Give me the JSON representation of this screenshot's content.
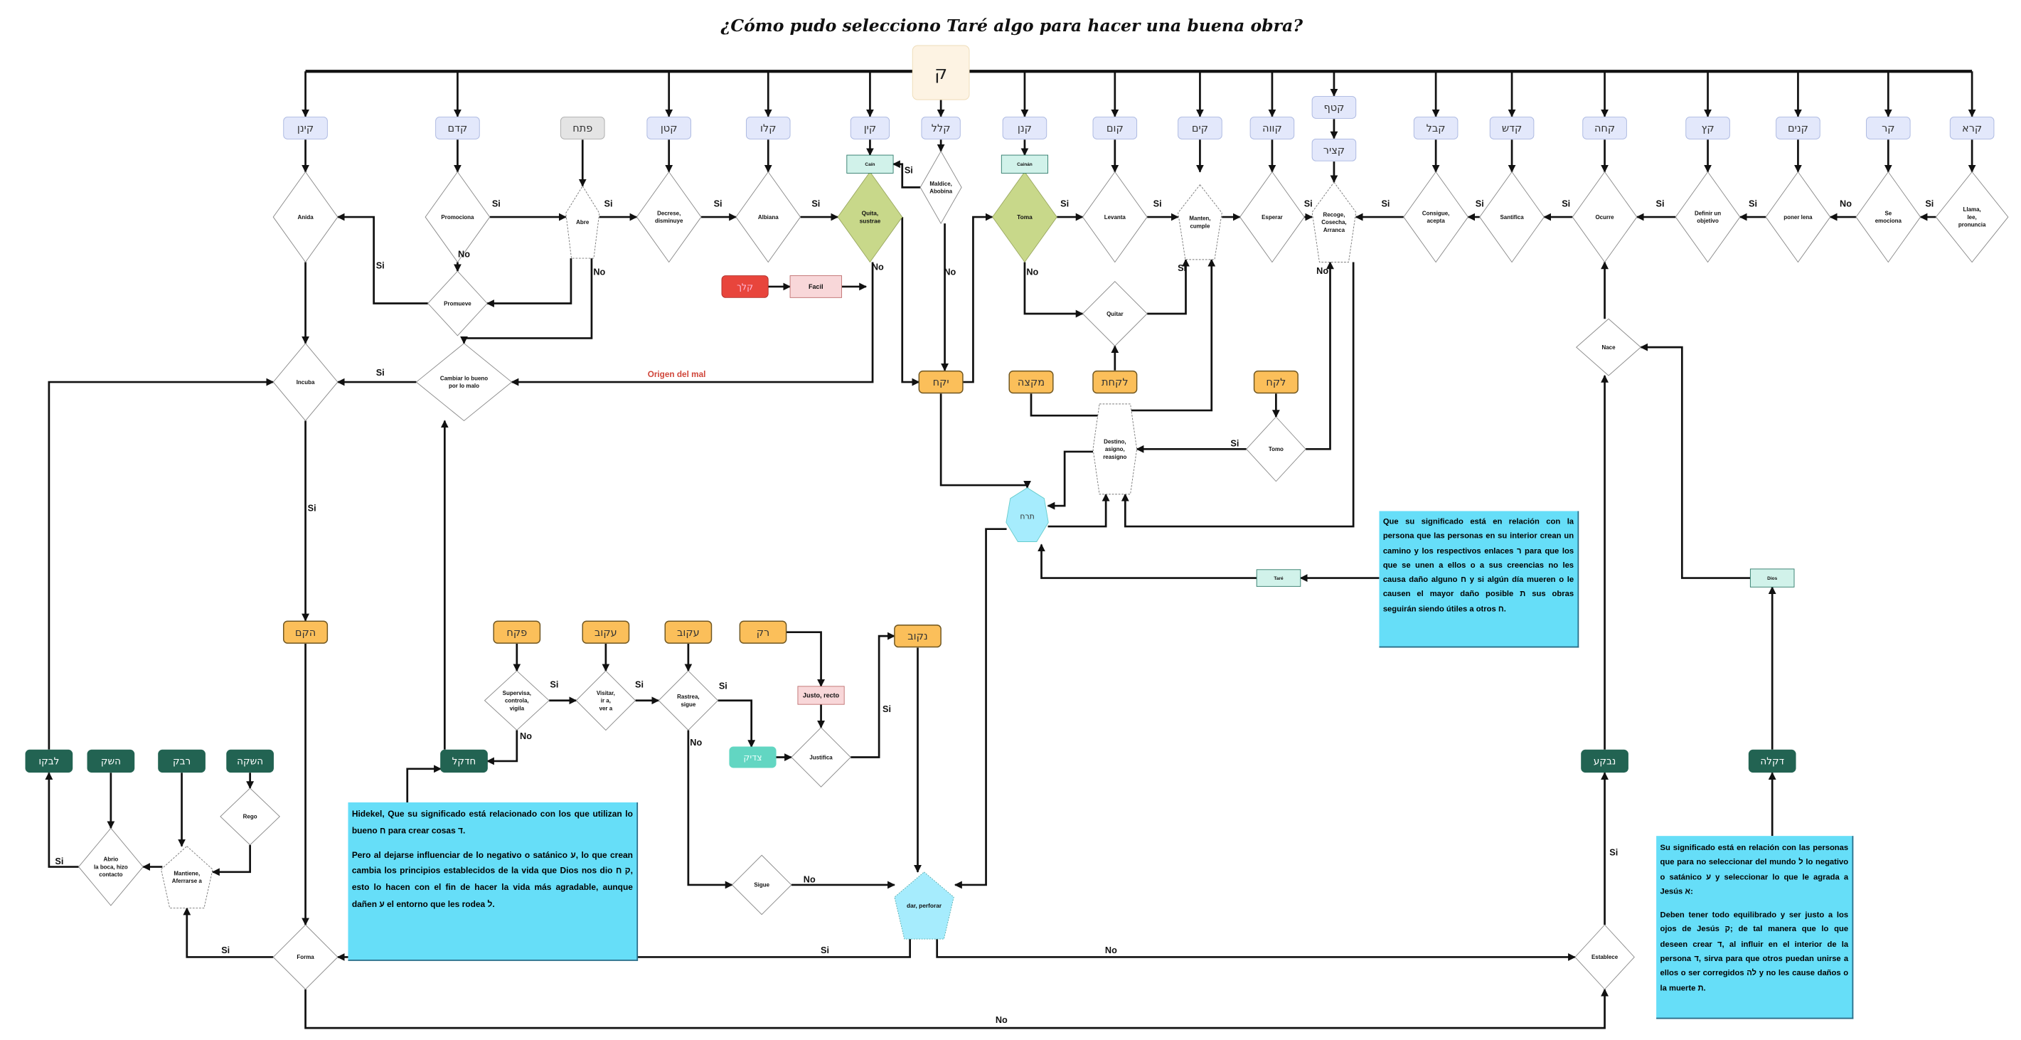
{
  "title": "¿Cómo pudo selecciono Taré algo para hacer una buena obra?",
  "nodes": {
    "root": [
      "ק"
    ],
    "kenan": [
      "קינן"
    ],
    "kedem": [
      "קדם"
    ],
    "pataj": [
      "פתח"
    ],
    "katan": [
      "קטן"
    ],
    "kalu": [
      "קלו"
    ],
    "kayin": [
      "קין"
    ],
    "kalal": [
      "קלל"
    ],
    "kanan": [
      "קנן"
    ],
    "kum": [
      "קום"
    ],
    "kiyem": [
      "קים"
    ],
    "kava": [
      "קווה"
    ],
    "katof": [
      "קטף"
    ],
    "katsir": [
      "קציר"
    ],
    "kibel": [
      "קבל"
    ],
    "kadash": [
      "קדש"
    ],
    "kaja": [
      "קחה"
    ],
    "kets": [
      "קץ"
    ],
    "kinim": [
      "קנים"
    ],
    "kar": [
      "קר"
    ],
    "kara": [
      "קרא"
    ],
    "anida": [
      "Anida"
    ],
    "promociona": [
      "Promociona"
    ],
    "abre": [
      "Abre"
    ],
    "decrese": [
      "Decrese,",
      "disminuye"
    ],
    "albiana": [
      "Albiana"
    ],
    "quita": [
      "Quita,",
      "sustrae"
    ],
    "maldice": [
      "Maldice,",
      "Abobina"
    ],
    "toma": [
      "Toma"
    ],
    "levanta": [
      "Levanta"
    ],
    "manten": [
      "Manten,",
      "cumple"
    ],
    "esperar": [
      "Esperar"
    ],
    "recoge": [
      "Recoge,",
      "Cosecha,",
      "Arranca"
    ],
    "consigue": [
      "Consigue,",
      "acepta"
    ],
    "santifica": [
      "Santifica"
    ],
    "ocurre": [
      "Ocurre"
    ],
    "definir": [
      "Definir un",
      "objetivo"
    ],
    "poner": [
      "poner lena"
    ],
    "emociona": [
      "Se",
      "emociona"
    ],
    "llama": [
      "Llama,",
      "lee,",
      "pronuncia"
    ],
    "cain": [
      "Caín"
    ],
    "cainan": [
      "Cainán"
    ],
    "promueve": [
      "Promueve"
    ],
    "incuba": [
      "Incuba"
    ],
    "cambiar": [
      "Cambiar lo bueno",
      "por lo malo"
    ],
    "klaj": [
      "קלך"
    ],
    "facil": [
      "Facil"
    ],
    "yikaj": [
      "יקח"
    ],
    "miktsa": [
      "מקצה"
    ],
    "lakajat": [
      "לקחת"
    ],
    "lekaj": [
      "לקח"
    ],
    "quitar": [
      "Quitar"
    ],
    "destino": [
      "Destino,",
      "asigno,",
      "reasigno"
    ],
    "tomo": [
      "Tomo"
    ],
    "teraj": [
      "תרח"
    ],
    "tare": [
      "Taré"
    ],
    "nace": [
      "Nace"
    ],
    "dios": [
      "Dios"
    ],
    "hakem": [
      "הקם"
    ],
    "pakaj": [
      "פקח"
    ],
    "akov1": [
      "עקוב"
    ],
    "akov2": [
      "עקוב"
    ],
    "rak": [
      "רק"
    ],
    "supervisa": [
      "Supervisa,",
      "controla,",
      "vigila"
    ],
    "visitar": [
      "Visitar,",
      "ir a,",
      "ver a"
    ],
    "rastrea": [
      "Rastrea,",
      "sigue"
    ],
    "justo": [
      "Justo, recto"
    ],
    "tsadik": [
      "צדיק"
    ],
    "justifica": [
      "Justifica"
    ],
    "nakov": [
      "נקוב"
    ],
    "dar": [
      "dar, perforar"
    ],
    "sigue": [
      "Sigue"
    ],
    "lavku": [
      "לבקו"
    ],
    "hashak": [
      "השק"
    ],
    "rivek": [
      "רבק"
    ],
    "hashkah": [
      "השקה"
    ],
    "hidekel": [
      "חדקל"
    ],
    "nivka": [
      "נבקע"
    ],
    "diklah": [
      "דקלה"
    ],
    "rego": [
      "Rego"
    ],
    "abrio": [
      "Abrio",
      "la boca, hizo",
      "contacto"
    ],
    "mantiene": [
      "Mantiene,",
      "Aferrarse a"
    ],
    "forma": [
      "Forma"
    ],
    "establece": [
      "Establece"
    ]
  },
  "edge_labels": [
    "Si",
    "Si",
    "Si",
    "Si",
    "Si",
    "Si",
    "Si",
    "Si",
    "Si",
    "Si",
    "Si",
    "Si",
    "Si",
    "No",
    "Si",
    "No",
    "Si",
    "No",
    "No",
    "No",
    "No",
    "Si",
    "No",
    "Si",
    "Si",
    "Si",
    "Si",
    "Si",
    "Si",
    "No",
    "No",
    "Si",
    "No",
    "Si",
    "Si",
    "Si",
    "No",
    "No",
    "Si"
  ],
  "annotation": "Origen del mal",
  "notes": {
    "tare": [
      "Que su significado está en relación con la persona que las personas en su interior crean un camino y los respectivos enlaces ר para que los que se unen a ellos o a sus creencias no les causa daño alguno ח y si algún día mueren o le causen el mayor daño posible ת sus obras seguirán siendo útiles a otros ח."
    ],
    "hidekel": [
      "Hidekel, Que su significado está relacionado con los que utilizan lo bueno ח para crear cosas ד.",
      "Pero al dejarse influenciar de lo negativo o satánico ע, lo que crean cambia los principios establecidos de la vida que Dios nos dio ק ח, esto lo hacen con el fin de hacer la vida más agradable, aunque dañen ע el entorno que les rodea ל."
    ],
    "diklah": [
      "Su significado está en relación con las personas que para no seleccionar del mundo ל lo negativo o satánico ע y seleccionar lo que le agrada a Jesús א:",
      "Deben tener todo equilibrado y ser justo a los ojos de Jesús ק; de tal manera que lo que deseen crear ד, al influir en el interior de la persona ד, sirva para que otros puedan unirse a ellos o ser corregidos לה y no les cause daños o la muerte ת."
    ]
  },
  "colors": {
    "hebrew_box": "#e3e8fb",
    "root_box": "#fdf3e3",
    "orange_box": "#fbbf5a",
    "dark_green_box": "#226352",
    "teal_box": "#d1f2ea",
    "green_diamond": "#c8d88a",
    "red_box": "#e8453c",
    "pink_box": "#f8d7d9",
    "cyan_shape": "#a6ecfd",
    "note_bg": "#66def8",
    "accent_red": "#d0463a",
    "tsadik": "#62d6c2",
    "gray_box": "#e4e4e4"
  }
}
